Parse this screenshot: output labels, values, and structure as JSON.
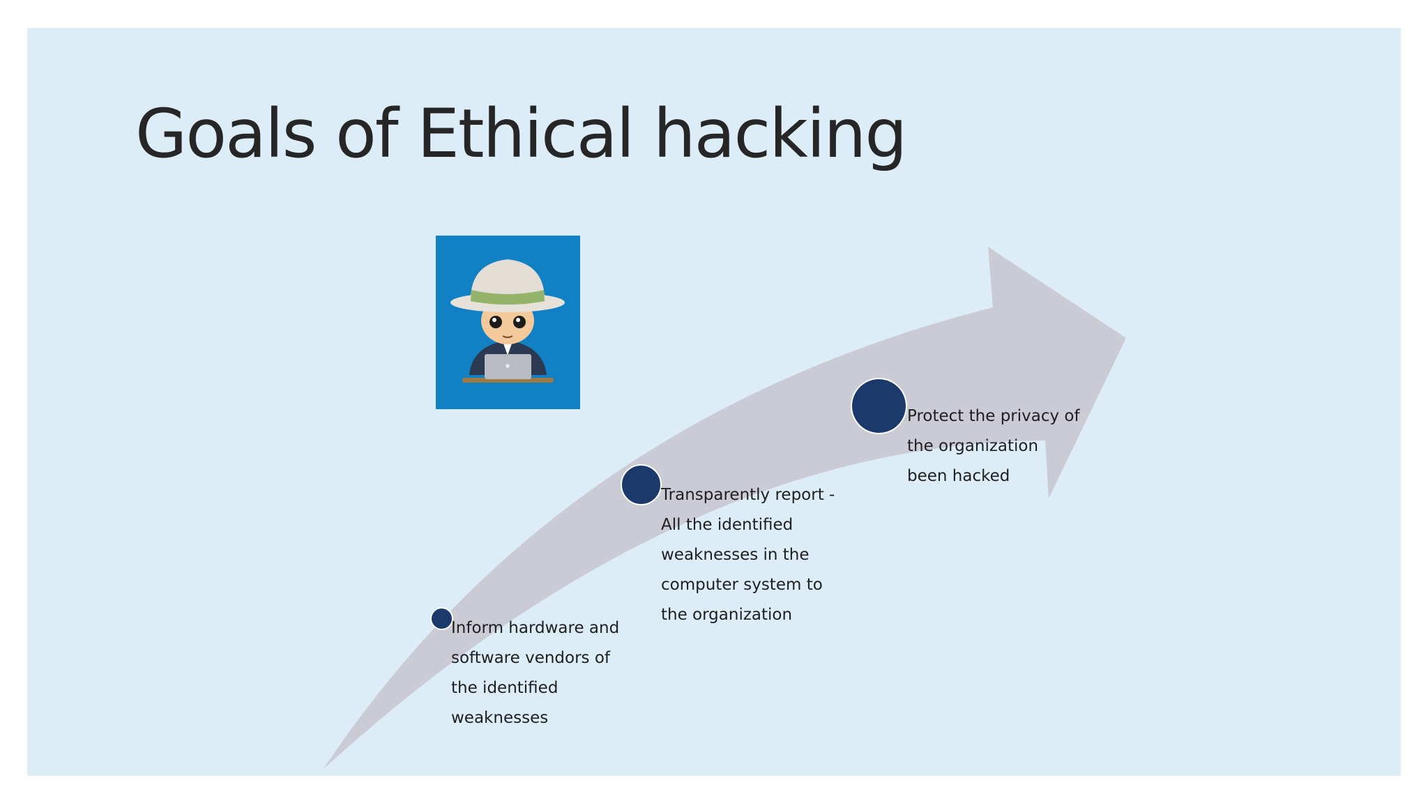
{
  "slide": {
    "title": "Goals of Ethical hacking",
    "background_color": "#dcedf7",
    "arrow_color": "#cbcbd6",
    "dot_color": "#1b3a6b",
    "illustration": {
      "icon": "hacker-white-hat-icon",
      "background_color": "#1181c3"
    },
    "steps": [
      {
        "lines": [
          "Inform hardware and",
          "software vendors of",
          "the identified",
          "weaknesses"
        ]
      },
      {
        "lines": [
          "Transparently report -",
          "All the identified",
          "weaknesses in the",
          "computer system to",
          "the organization"
        ]
      },
      {
        "lines": [
          "Protect the privacy of",
          "the organization",
          "been hacked"
        ]
      }
    ]
  }
}
